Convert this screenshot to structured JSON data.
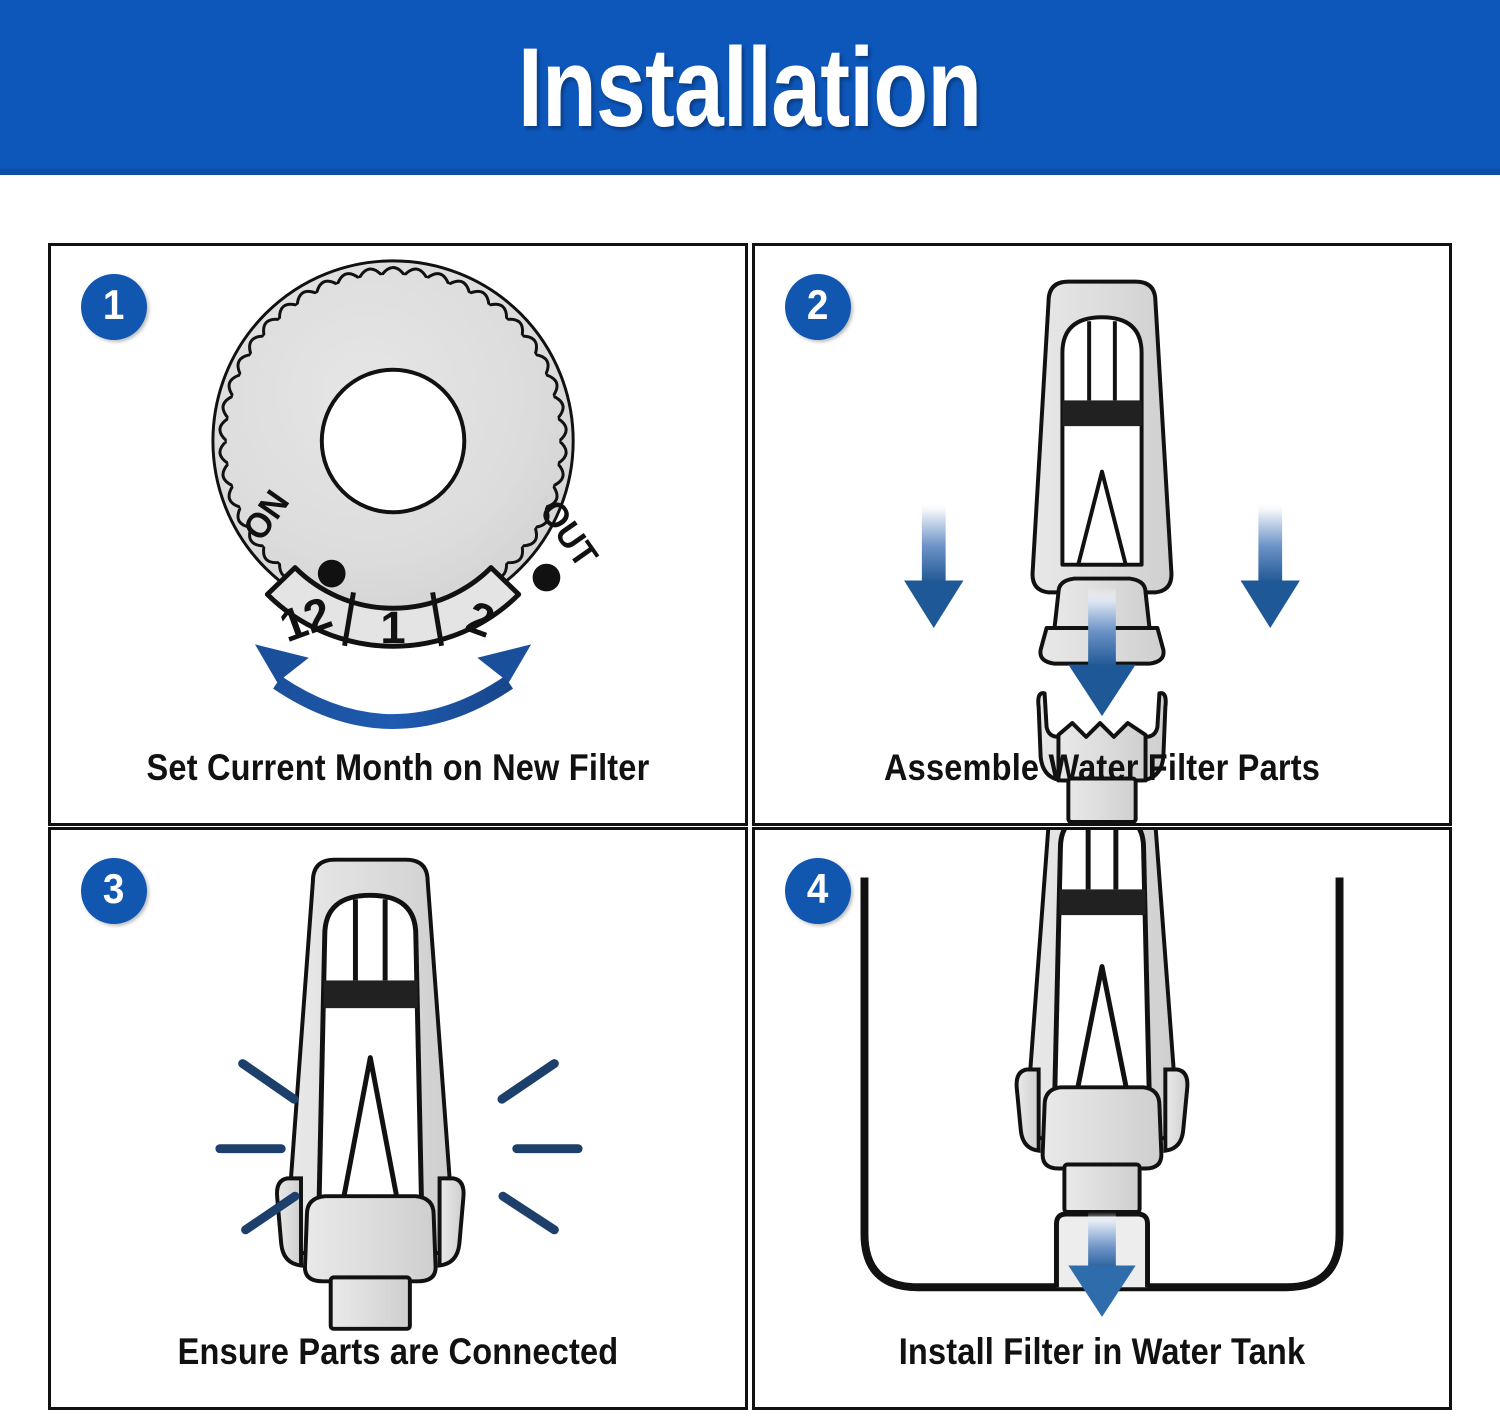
{
  "header": {
    "title": "Installation",
    "background_color": "#0d57bb",
    "text_color": "#ffffff"
  },
  "theme": {
    "accent_blue": "#1157b0",
    "arrow_blue": "#1a4f9c",
    "part_gray": "#dcdcdc",
    "outline_black": "#111111",
    "panel_background": "#ffffff"
  },
  "panels": [
    {
      "number": "1",
      "caption": "Set Current Month on New Filter",
      "illustration": "month-dial",
      "dial": {
        "label_left": "ON",
        "label_right": "OUT",
        "months": [
          "12",
          "1",
          "2"
        ],
        "rotation_hint": "double-headed-curved-arrow"
      }
    },
    {
      "number": "2",
      "caption": "Assemble Water Filter Parts",
      "illustration": "filter-exploded-assembly",
      "arrows": [
        "down",
        "down",
        "down"
      ]
    },
    {
      "number": "3",
      "caption": "Ensure Parts are Connected",
      "illustration": "filter-assembled-sparkle",
      "sparkles_per_side": 3
    },
    {
      "number": "4",
      "caption": "Install Filter in Water Tank",
      "illustration": "filter-into-tank",
      "arrows": [
        "down"
      ]
    }
  ]
}
